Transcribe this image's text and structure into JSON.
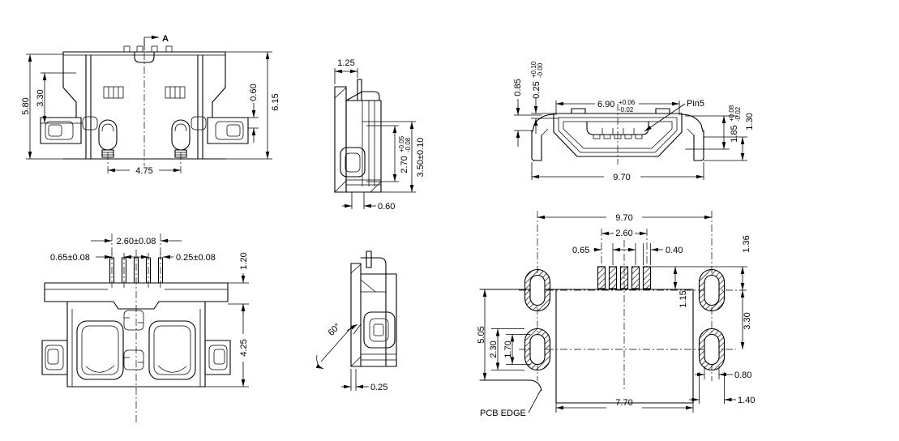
{
  "drawing": {
    "background": "#ffffff",
    "line_color": "#000000",
    "views": {
      "top_view": {
        "section_arrow_label": "A",
        "dims": {
          "body_height_left": "5.80",
          "tab_offset": "3.30",
          "tab_height": "0.60",
          "overall_height": "6.15",
          "leg_spacing": "4.75"
        }
      },
      "side_view_upper": {
        "dims": {
          "top_width": "1.25",
          "cavity_height": {
            "value": "2.70",
            "tol_plus": "+0.05",
            "tol_minus": "-0.08"
          },
          "overall_height": "3.50±0.10",
          "bottom_width": "0.60"
        }
      },
      "front_view": {
        "pin_label": "Pin5",
        "dims": {
          "wing_height": "0.85",
          "lip_height": {
            "value": "0.25",
            "tol_plus": "+0.10",
            "tol_minus": "-0.00"
          },
          "opening_width": {
            "value": "6.90",
            "tol_plus": "+0.06",
            "tol_minus": "-0.02"
          },
          "shell_height": {
            "value": "1.85",
            "tol_plus": "+0.08",
            "tol_minus": "-0.02"
          },
          "leg_height": "1.30",
          "overall_width": "9.70"
        }
      },
      "bottom_view": {
        "dims": {
          "pin_span": "2.60±0.08",
          "pin_pitch": "0.65±0.08",
          "pin_width": "0.25±0.08",
          "flange_depth": "1.20",
          "body_depth": "4.25"
        }
      },
      "side_view_lower": {
        "dims": {
          "chamfer_angle": "60°",
          "wall_thickness": "0.25"
        }
      },
      "pcb_footprint": {
        "edge_label": "PCB EDGE",
        "dims": {
          "pad_column_span": "9.70",
          "pin_pad_span": "2.60",
          "pin_pad_pitch": "0.65",
          "pin_pad_width": "0.40",
          "pin_pad_offset": "1.36",
          "pin_pad_height": "1.15",
          "pad_row_spacing": "3.30",
          "edge_to_pad": "5.05",
          "pad_outer_height": "2.30",
          "pad_inner_height": "1.70",
          "pad_inner_width": "0.80",
          "pad_outer_width": "1.40",
          "body_width": "7.70"
        }
      }
    }
  }
}
